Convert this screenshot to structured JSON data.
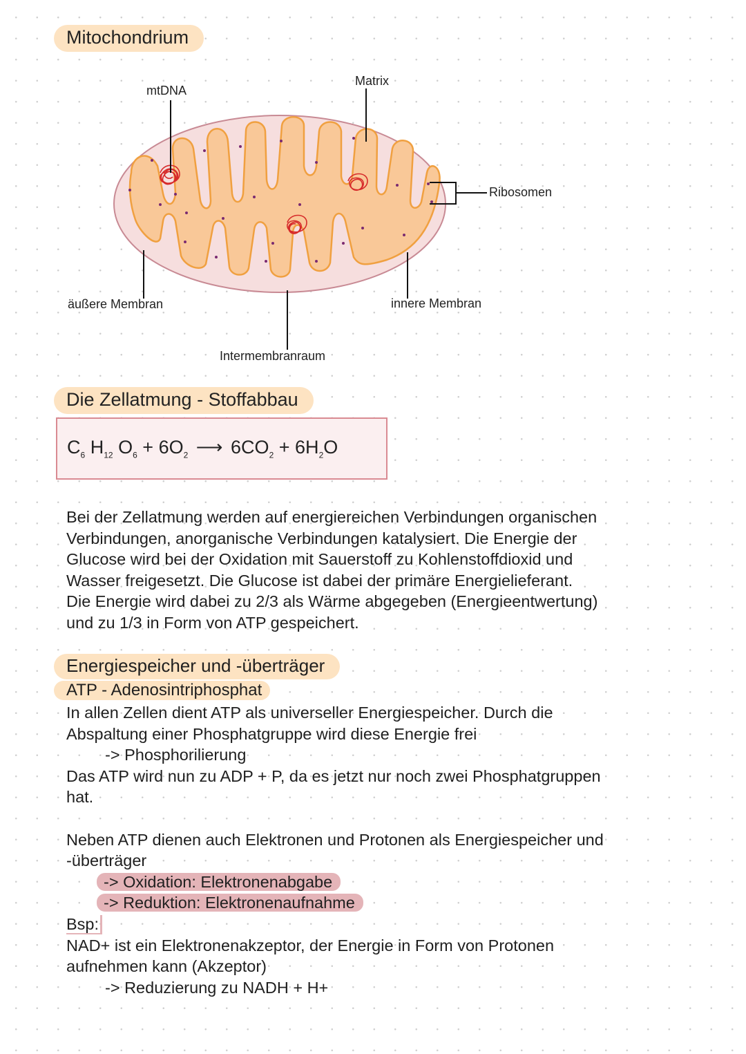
{
  "diagram": {
    "title": "Mitochondrium",
    "labels": {
      "mtdna": "mtDNA",
      "matrix": "Matrix",
      "ribosomes": "Ribosomen",
      "outer_membrane": "äußere Membran",
      "inner_membrane": "innere Membran",
      "intermembrane_space": "Intermembranraum"
    },
    "colors": {
      "outer_fill": "#f6dede",
      "outer_stroke": "#c88a94",
      "matrix_fill": "#f9c898",
      "inner_stroke": "#f0a040",
      "dna": "#d62a2a",
      "ribosome_dots": "#7a2a70"
    }
  },
  "section_respiration": {
    "title": "Die Zellatmung - Stoffabbau",
    "equation": {
      "c": "C",
      "c_sub": "6",
      "h": "H",
      "h_sub": "12",
      "o": "O",
      "o_sub": "6",
      "plus1": "+ 6O",
      "o2_sub": "2",
      "arrow": "⟶",
      "co2": "6CO",
      "co2_sub": "2",
      "plus2": "+ 6H",
      "h2o_sub": "2",
      "o_end": "O"
    },
    "paragraph": [
      "Bei der Zellatmung werden auf energiereichen Verbindungen organischen",
      "Verbindungen, anorganische Verbindungen katalysiert. Die Energie der",
      "Glucose wird bei der Oxidation mit Sauerstoff zu Kohlenstoffdioxid und",
      "Wasser freigesetzt. Die Glucose ist dabei der primäre Energielieferant.",
      "Die Energie wird dabei zu 2/3 als Wärme abgegeben (Energieentwertung)",
      "und zu 1/3 in Form von ATP gespeichert."
    ]
  },
  "section_energy": {
    "title": "Energiespeicher und -überträger",
    "subtitle": "ATP - Adenosintriphosphat",
    "lines": [
      "In allen Zellen dient ATP als universeller Energiespeicher. Durch die",
      "Abspaltung einer Phosphatgruppe wird diese Energie frei",
      "-> Phosphorilierung",
      "Das ATP wird nun zu ADP + P, da es jetzt nur noch zwei Phosphatgruppen",
      "hat.",
      "Neben ATP dienen auch Elektronen und Protonen als Energiespeicher und",
      "-überträger",
      "-> Oxidation: Elektronenabgabe",
      "-> Reduktion: Elektronenaufnahme",
      "Bsp:",
      "NAD+ ist ein Elektronenakzeptor, der Energie in Form von Protonen",
      "aufnehmen kann (Akzeptor)",
      "-> Reduzierung zu NADH + H+"
    ]
  }
}
